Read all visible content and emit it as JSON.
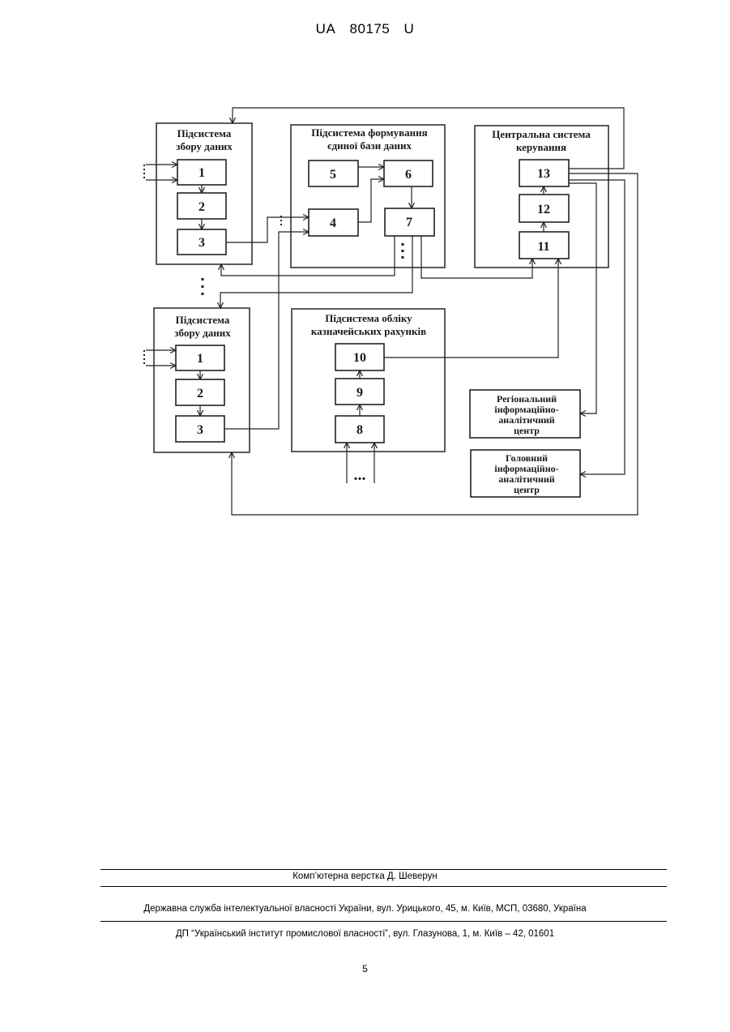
{
  "header": {
    "prefix": "UA",
    "number": "80175",
    "suffix": "U"
  },
  "diagram": {
    "subsystems": {
      "collect_top": [
        "Підсистема",
        "збору даних"
      ],
      "unified_db": [
        "Підсистема формування",
        "єдиної бази даних"
      ],
      "central": [
        "Центральна система",
        "керування"
      ],
      "collect_bottom": [
        "Підсистема",
        "збору даних"
      ],
      "treasury": [
        "Підсистема обліку",
        "казначейських рахунків"
      ]
    },
    "blocks": {
      "b1_top": "1",
      "b2_top": "2",
      "b3_top": "3",
      "b4": "4",
      "b5": "5",
      "b6": "6",
      "b7": "7",
      "b1_bot": "1",
      "b2_bot": "2",
      "b3_bot": "3",
      "b8": "8",
      "b9": "9",
      "b10": "10",
      "b11": "11",
      "b12": "12",
      "b13": "13"
    },
    "centers": {
      "regional": [
        "Регіональний",
        "інформаційно-",
        "аналітичний",
        "центр"
      ],
      "main": [
        "Головний",
        "інформаційно-",
        "аналітичний",
        "центр"
      ]
    },
    "ellipsis": "..."
  },
  "footer": {
    "layout": "Комп’ютерна верстка Д. Шеверун",
    "service": "Державна служба інтелектуальної власності України, вул. Урицького, 45, м. Київ, МСП, 03680, Україна",
    "institute": "ДП “Український інститут промислової власності”, вул. Глазунова, 1, м. Київ – 42, 01601",
    "page": "5"
  }
}
